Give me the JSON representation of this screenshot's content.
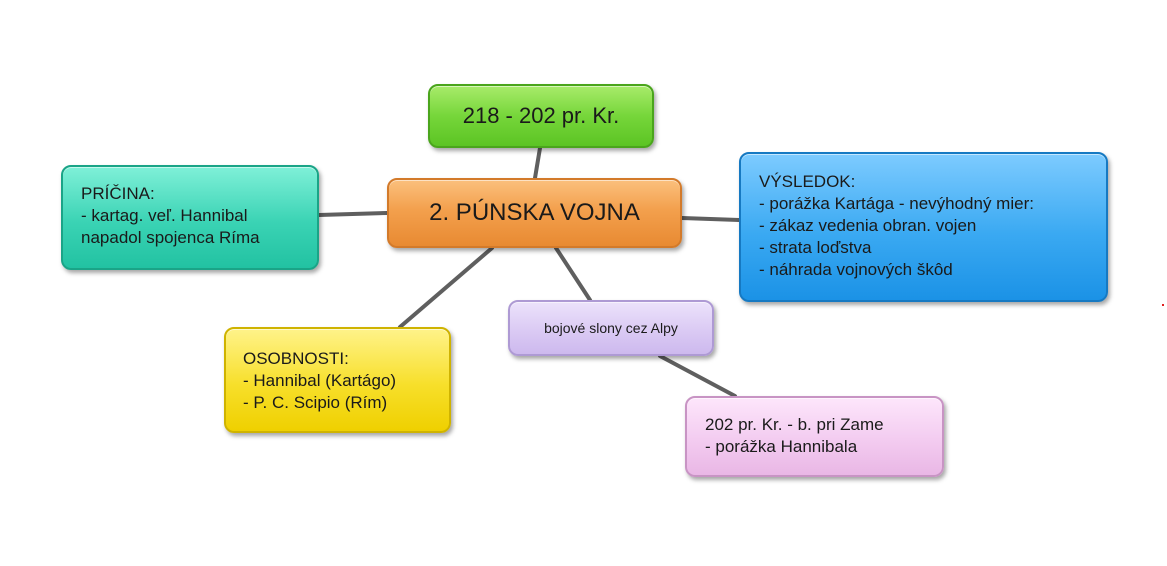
{
  "mindmap": {
    "center": {
      "label": "2. PÚNSKA VOJNA",
      "color": "#f3a04d"
    },
    "date": {
      "label": "218 - 202 pr. Kr.",
      "color": "#76d63a"
    },
    "cause": {
      "lines": [
        "PRÍČINA:",
        "- kartag. veľ. Hannibal",
        "napadol spojenca Ríma"
      ],
      "color": "#3ad3b4"
    },
    "result": {
      "lines": [
        "VÝSLEDOK:",
        "- porážka Kartága - nevýhodný mier:",
        "- zákaz vedenia obran. vojen",
        "- strata loďstva",
        "- náhrada vojnových škôd"
      ],
      "color": "#3aa9f2"
    },
    "elephants": {
      "label": "bojové slony cez Alpy",
      "color": "#d9c8f3"
    },
    "persons": {
      "lines": [
        "OSOBNOSTI:",
        "- Hannibal (Kartágo)",
        "- P. C. Scipio (Rím)"
      ],
      "color": "#f7df2a"
    },
    "zama": {
      "lines": [
        "202 pr. Kr. - b. pri Zame",
        "- porážka Hannibala"
      ],
      "color": "#f2c9ef"
    },
    "connector_color": "#5f5f5f"
  }
}
